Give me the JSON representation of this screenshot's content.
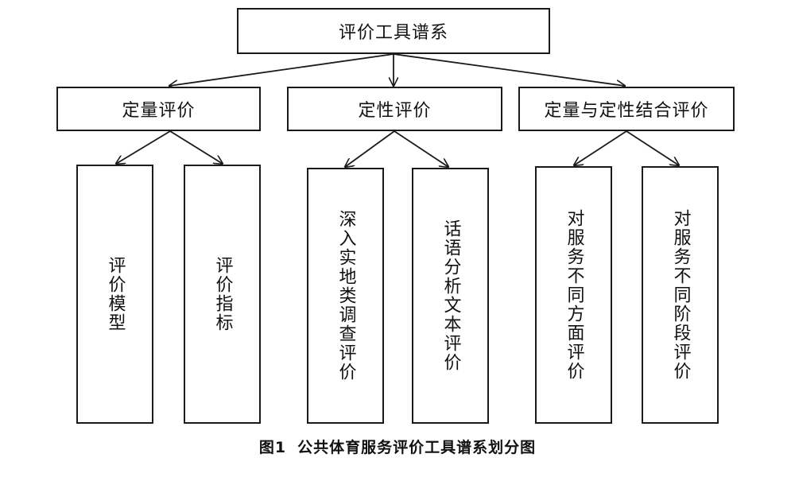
{
  "diagram": {
    "root": {
      "label": "评价工具谱系"
    },
    "categories": [
      {
        "label": "定量评价",
        "children": [
          "评价模型",
          "评价指标"
        ]
      },
      {
        "label": "定性评价",
        "children": [
          "深入实地类调查评价",
          "话语分析文本评价"
        ]
      },
      {
        "label": "定量与定性结合评价",
        "children": [
          "对服务不同方面评价",
          "对服务不同阶段评价"
        ]
      }
    ]
  },
  "caption": {
    "number": "图1",
    "text": "公共体育服务评价工具谱系划分图"
  }
}
